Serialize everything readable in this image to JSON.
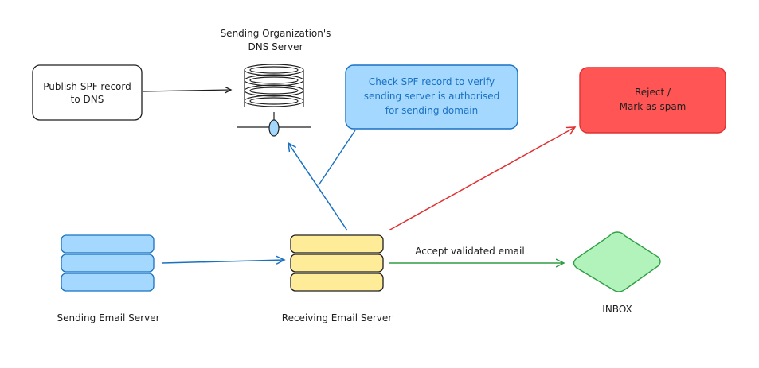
{
  "nodes": {
    "publisher": {
      "lines": [
        "Publish SPF record",
        "to DNS"
      ]
    },
    "dns_server": {
      "lines": [
        "Sending Organization's",
        "DNS Server"
      ]
    },
    "spf_check": {
      "lines": [
        "Check SPF record to verify",
        "sending server is authorised",
        "for sending domain"
      ]
    },
    "reject": {
      "lines": [
        "Reject /",
        "Mark as spam"
      ]
    },
    "sending_server": {
      "label": "Sending Email Server"
    },
    "receiving_server": {
      "label": "Receiving Email Server"
    },
    "inbox": {
      "label": "INBOX"
    }
  },
  "edges": {
    "accept": {
      "label": "Accept validated email"
    }
  },
  "colors": {
    "stroke": "#1e1e1e",
    "blue_arrow": "#1971c2",
    "red_arrow": "#e03131",
    "green_arrow": "#2f9e44",
    "server_blue_fill": "#a5d8ff",
    "server_yellow_fill": "#ffec99",
    "spf_fill": "#a5d8ff",
    "reject_fill": "#ff5555",
    "inbox_fill": "#b2f2bb",
    "dns_fill": "#a5d8ff"
  }
}
